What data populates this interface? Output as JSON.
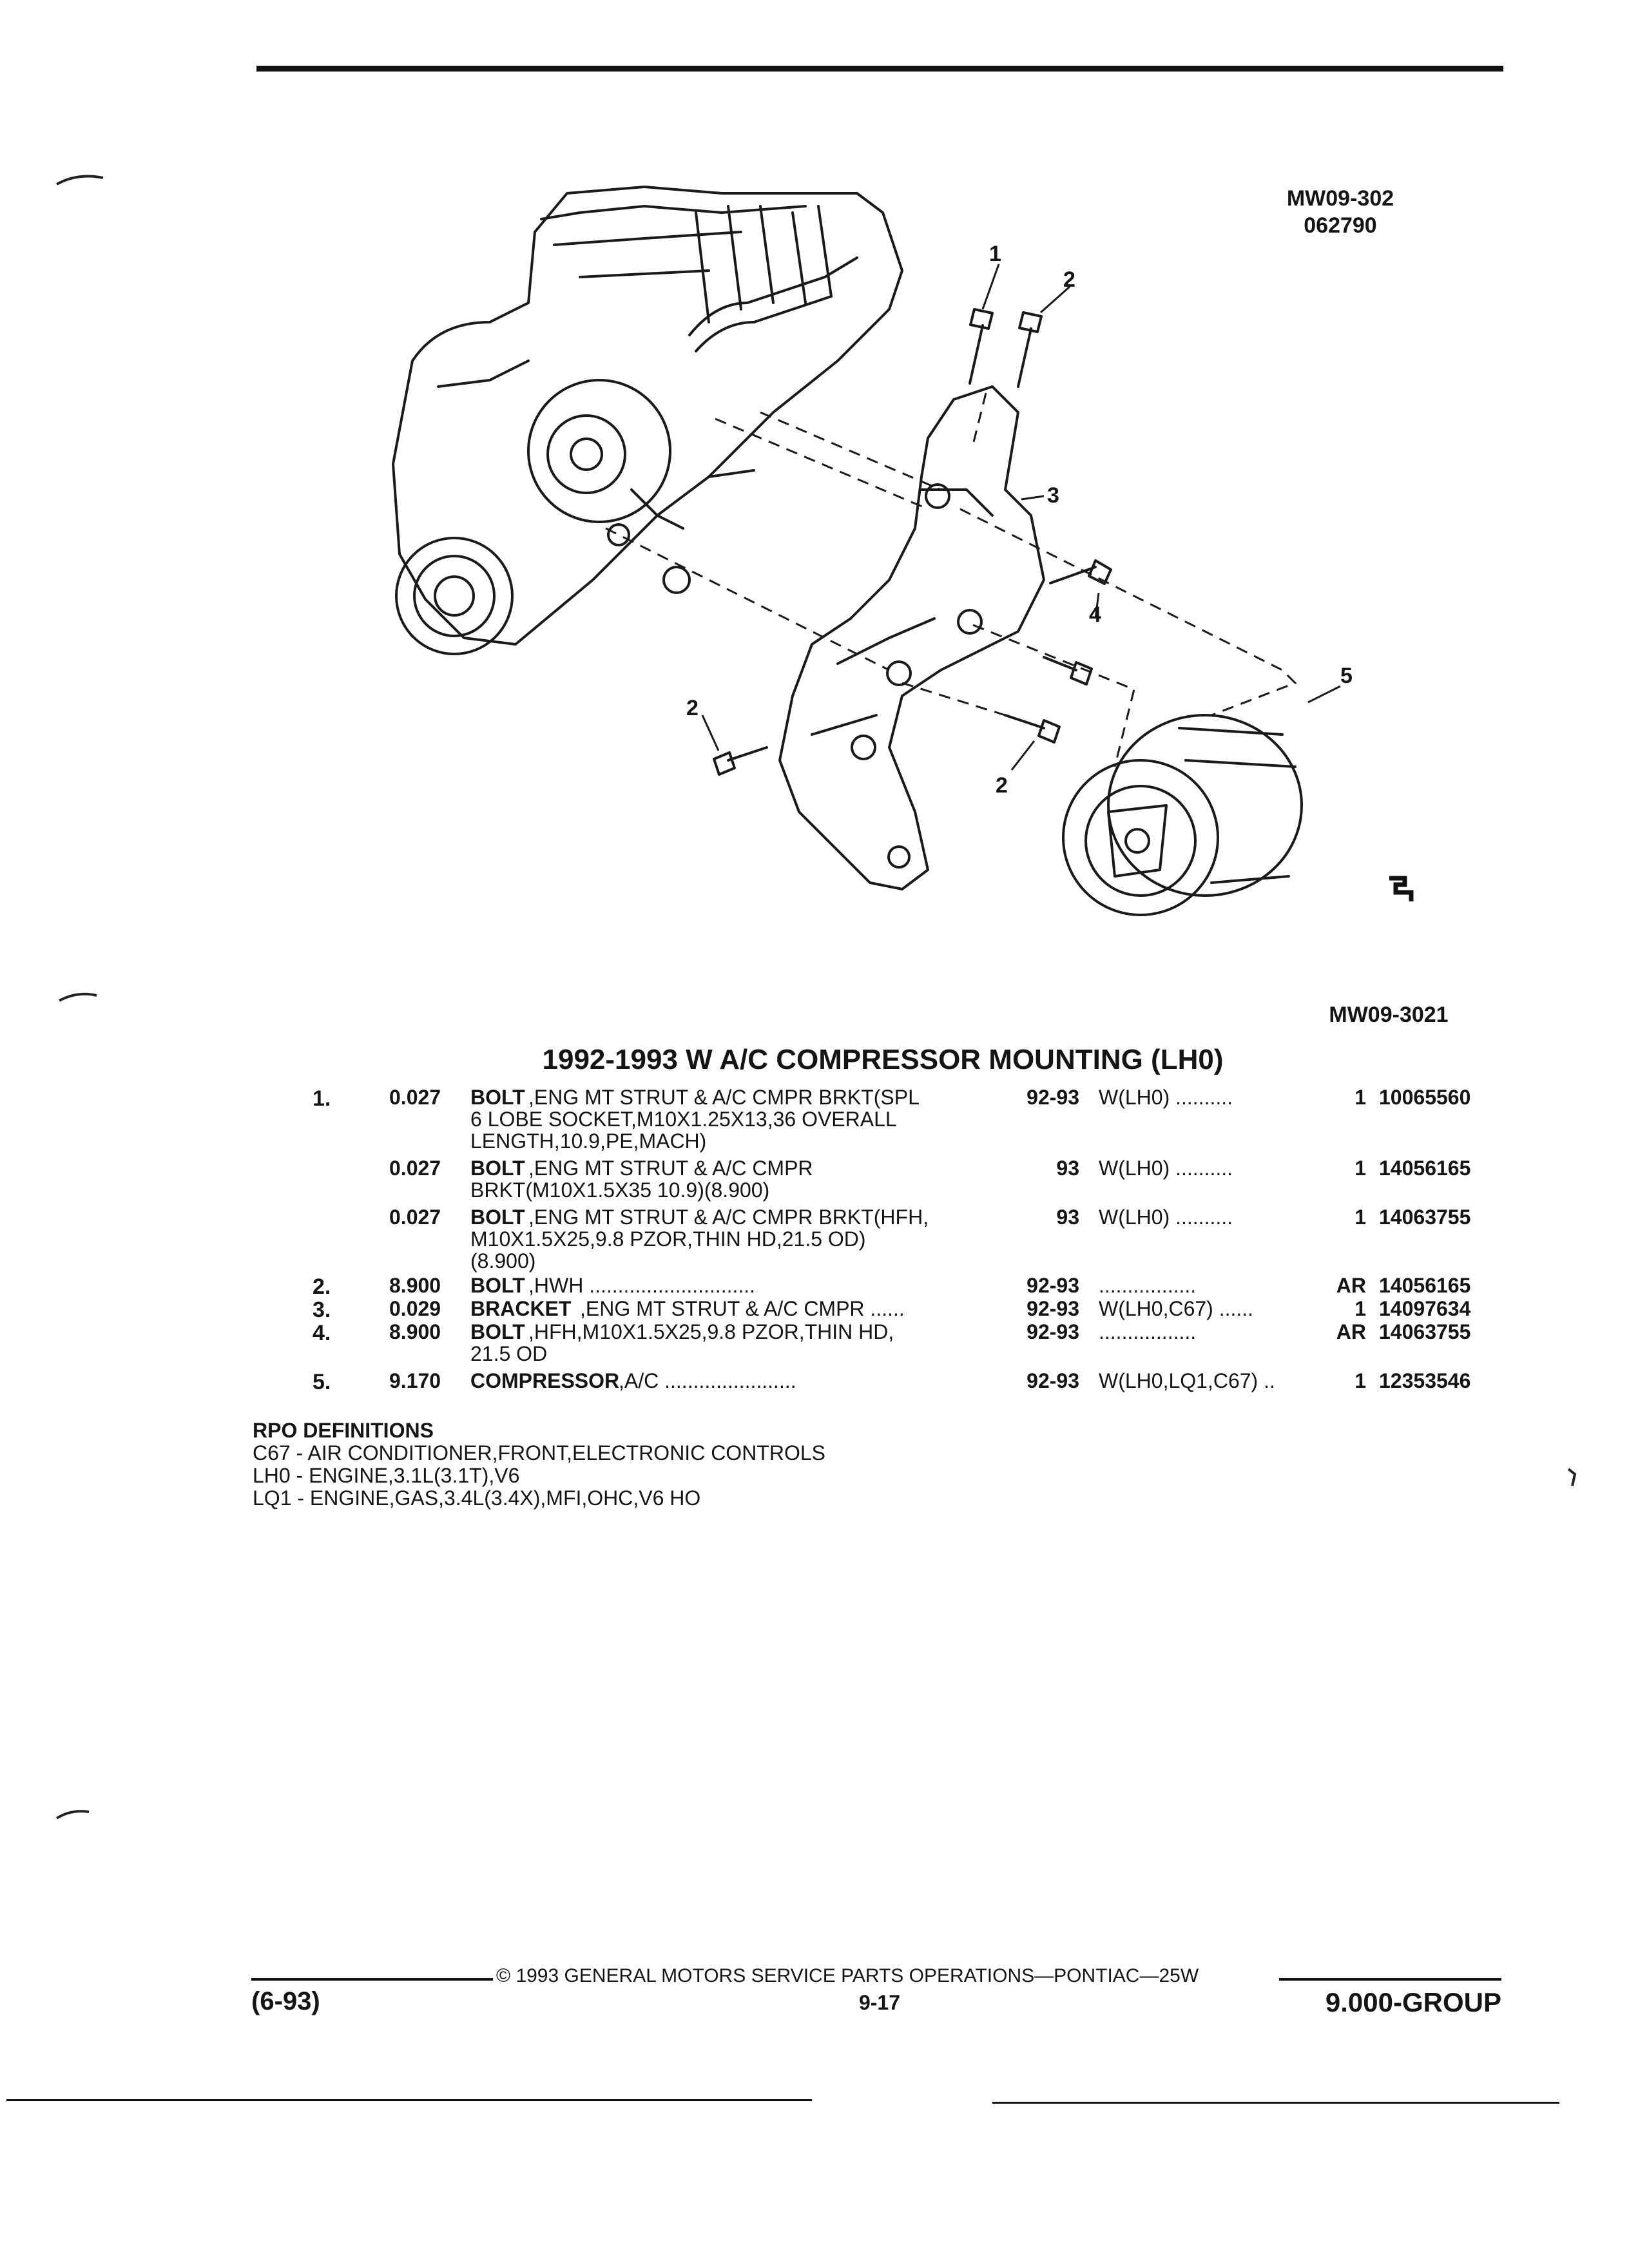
{
  "header": {
    "ref_code": "MW09-302",
    "ref_date": "062790"
  },
  "figure": {
    "callouts": [
      "1",
      "2",
      "3",
      "4",
      "5",
      "2",
      "2"
    ],
    "figure_code": "MW09-3021"
  },
  "section_title": "1992-1993 W A/C COMPRESSOR MOUNTING (LH0)",
  "parts": [
    {
      "item": "1.",
      "group": "0.027",
      "name": "BOLT",
      "desc": ",ENG MT STRUT & A/C CMPR BRKT(SPL",
      "cont": [
        "6 LOBE SOCKET,M10X1.25X13,36 OVERALL",
        "LENGTH,10.9,PE,MACH)"
      ],
      "years": "92-93",
      "usage": "W(LH0) ..........",
      "qty": "1",
      "part_no": "10065560"
    },
    {
      "item": "",
      "group": "0.027",
      "name": "BOLT",
      "desc": ",ENG MT STRUT & A/C CMPR",
      "cont": [
        "BRKT(M10X1.5X35 10.9)(8.900)"
      ],
      "years": "93",
      "usage": "W(LH0) ..........",
      "qty": "1",
      "part_no": "14056165"
    },
    {
      "item": "",
      "group": "0.027",
      "name": "BOLT",
      "desc": ",ENG MT STRUT & A/C CMPR BRKT(HFH,",
      "cont": [
        "M10X1.5X25,9.8 PZOR,THIN HD,21.5 OD)",
        "(8.900)"
      ],
      "years": "93",
      "usage": "W(LH0) ..........",
      "qty": "1",
      "part_no": "14063755"
    },
    {
      "item": "2.",
      "group": "8.900",
      "name": "BOLT",
      "desc": ",HWH .............................",
      "cont": [],
      "years": "92-93",
      "usage": ".................",
      "qty": "AR",
      "part_no": "14056165"
    },
    {
      "item": "3.",
      "group": "0.029",
      "name": "BRACKET",
      "desc": ",ENG MT STRUT & A/C CMPR ......",
      "cont": [],
      "years": "92-93",
      "usage": "W(LH0,C67) ......",
      "qty": "1",
      "part_no": "14097634"
    },
    {
      "item": "4.",
      "group": "8.900",
      "name": "BOLT",
      "desc": ",HFH,M10X1.5X25,9.8 PZOR,THIN HD,",
      "cont": [
        "21.5 OD"
      ],
      "years": "92-93",
      "usage": ".................",
      "qty": "AR",
      "part_no": "14063755"
    },
    {
      "item": "5.",
      "group": "9.170",
      "name": "COMPRESSOR",
      "desc": ",A/C .......................",
      "cont": [],
      "years": "92-93",
      "usage": "W(LH0,LQ1,C67) ..",
      "qty": "1",
      "part_no": "12353546"
    }
  ],
  "rpo": {
    "heading": "RPO DEFINITIONS",
    "lines": [
      "C67 - AIR CONDITIONER,FRONT,ELECTRONIC CONTROLS",
      "LH0 - ENGINE,3.1L(3.1T),V6",
      "LQ1 - ENGINE,GAS,3.4L(3.4X),MFI,OHC,V6 HO"
    ]
  },
  "footer": {
    "left": "(6-93)",
    "copyright": "© 1993 GENERAL MOTORS SERVICE PARTS OPERATIONS—PONTIAC—25W",
    "page": "9-17",
    "right": "9.000-GROUP"
  }
}
